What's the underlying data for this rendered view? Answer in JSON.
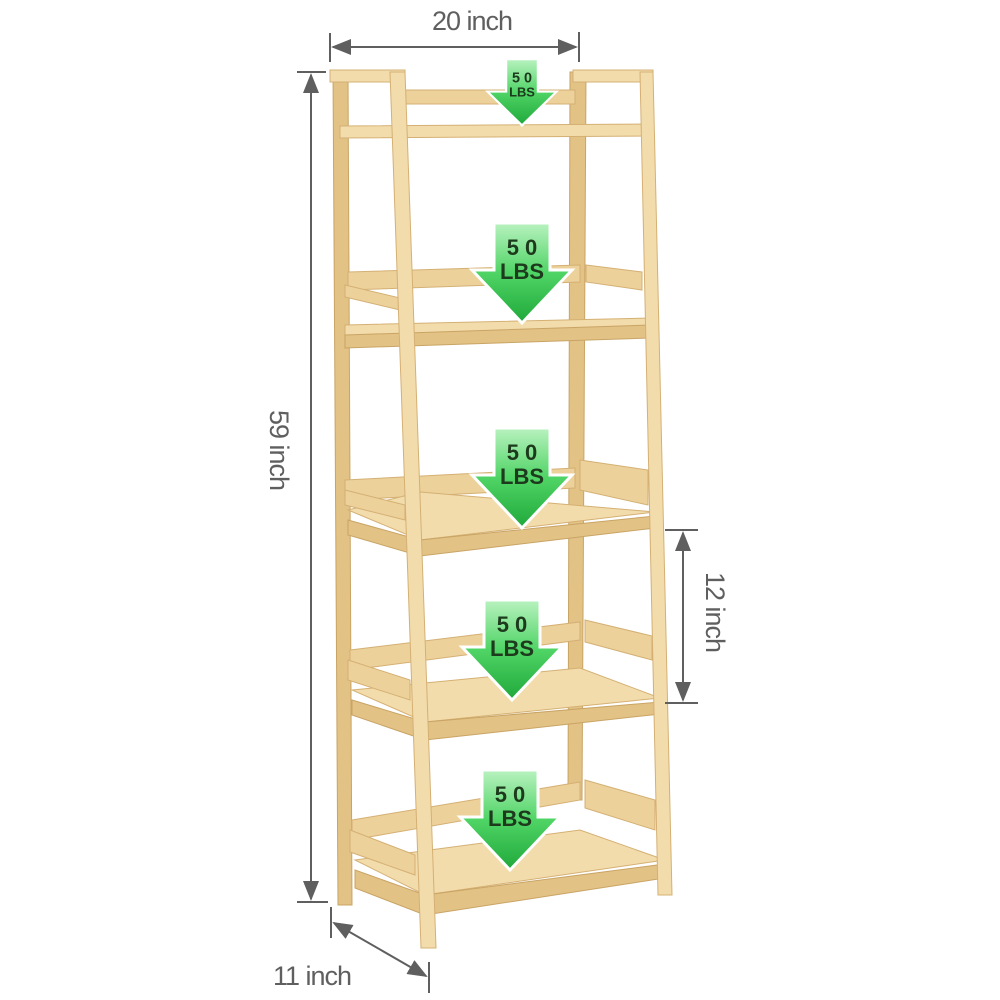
{
  "dimensions": {
    "width": "20 inch",
    "height": "59 inch",
    "shelf_spacing": "12 inch",
    "depth": "11 inch"
  },
  "load_arrows": [
    {
      "weight": "5 0",
      "unit": "LBS"
    },
    {
      "weight": "5 0",
      "unit": "LBS"
    },
    {
      "weight": "5 0",
      "unit": "LBS"
    },
    {
      "weight": "5 0",
      "unit": "LBS"
    },
    {
      "weight": "5 0",
      "unit": "LBS"
    }
  ],
  "colors": {
    "wood": "#ecd19a",
    "arrow_green": "#2fbf4a",
    "dimension_gray": "#5f5f5f"
  }
}
